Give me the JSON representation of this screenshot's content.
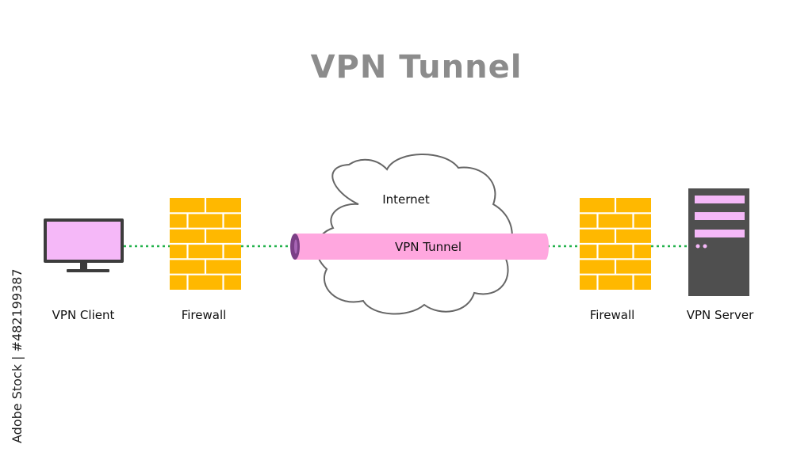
{
  "title": "VPN Tunnel",
  "nodes": {
    "client": {
      "label": "VPN Client"
    },
    "firewall_left": {
      "label": "Firewall"
    },
    "internet": {
      "label": "Internet"
    },
    "tunnel": {
      "label": "VPN Tunnel"
    },
    "firewall_right": {
      "label": "Firewall"
    },
    "server": {
      "label": "VPN Server"
    }
  },
  "watermark": {
    "brand": "Adobe",
    "stock_id": "Adobe Stock | #482199387"
  },
  "colors": {
    "title": "#8c8c8c",
    "brick": "#ffb800",
    "mortar": "#ffffff",
    "screen": "#f5b8f8",
    "tunnel": "#ffa7df",
    "tunnel_end": "#7b3f86",
    "cloud_stroke": "#666666",
    "link": "#22b24c",
    "server_body": "#4f4f4f",
    "server_bay": "#f5b8f8"
  }
}
